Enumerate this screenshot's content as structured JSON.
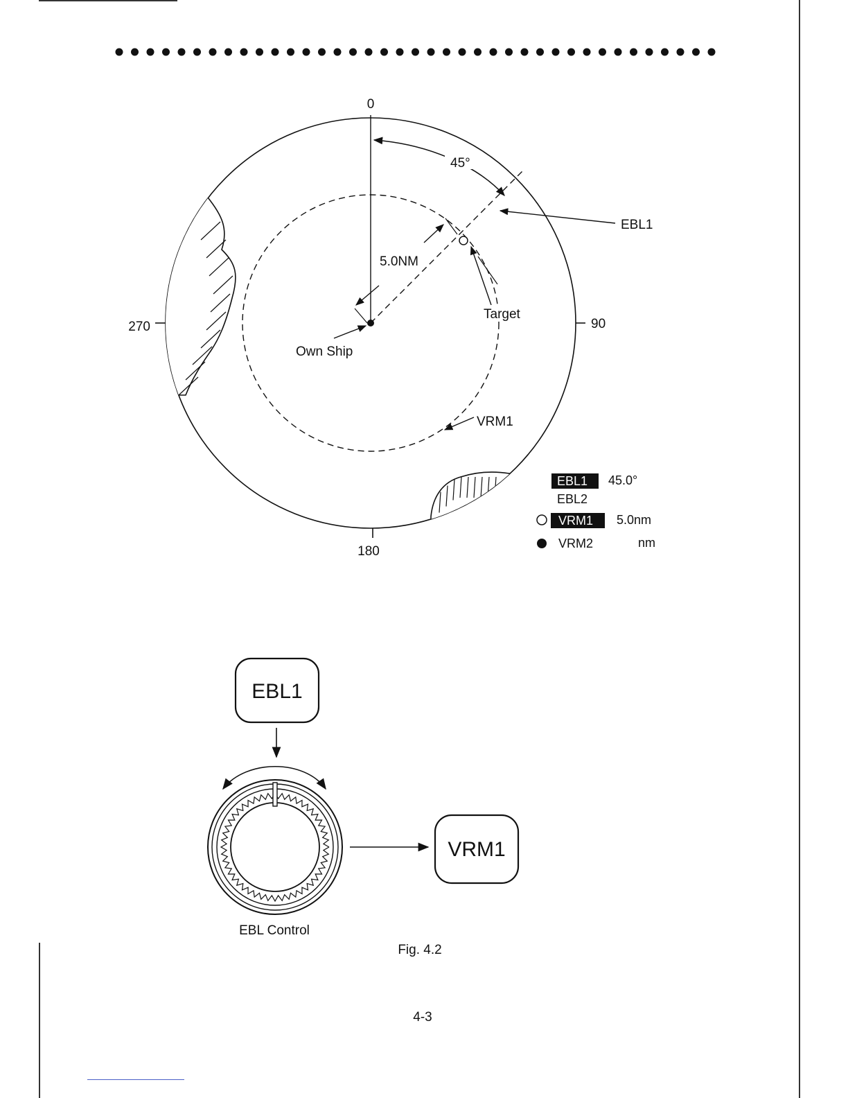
{
  "radar": {
    "bearings": {
      "north": "0",
      "east": "90",
      "south": "180",
      "west": "270"
    },
    "angle_label": "45°",
    "range_label": "5.0NM",
    "ebl_pointer": "EBL1",
    "target_label": "Target",
    "own_ship_label": "Own Ship",
    "vrm_pointer": "VRM1"
  },
  "readout": {
    "ebl1": {
      "label": "EBL1",
      "value": "45.0°"
    },
    "ebl2": {
      "label": "EBL2"
    },
    "vrm1": {
      "label": "VRM1",
      "value": "5.0nm"
    },
    "vrm2": {
      "label": "VRM2",
      "value": "nm"
    }
  },
  "controls": {
    "ebl1_button": "EBL1",
    "knob_label": "EBL Control",
    "vrm1_button": "VRM1"
  },
  "caption": "Fig. 4.2",
  "page_number": "4-3"
}
